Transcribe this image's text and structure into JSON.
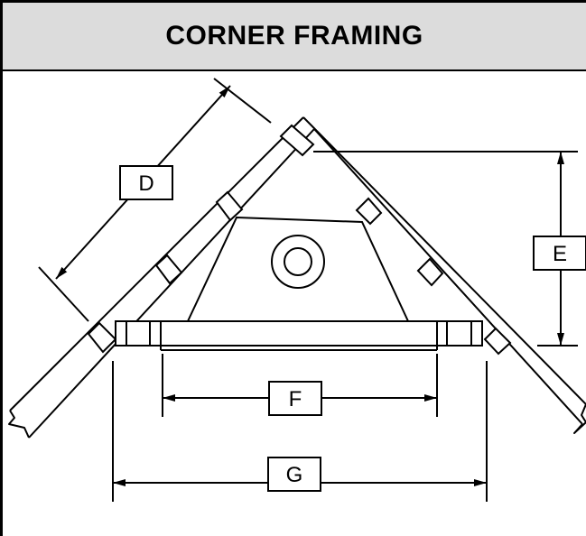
{
  "header": {
    "title": "CORNER FRAMING"
  },
  "dimensions": {
    "d_label": "D",
    "e_label": "E",
    "f_label": "F",
    "g_label": "G"
  },
  "colors": {
    "header_bg": "#dcdcdc",
    "stroke": "#000000",
    "background": "#ffffff"
  }
}
